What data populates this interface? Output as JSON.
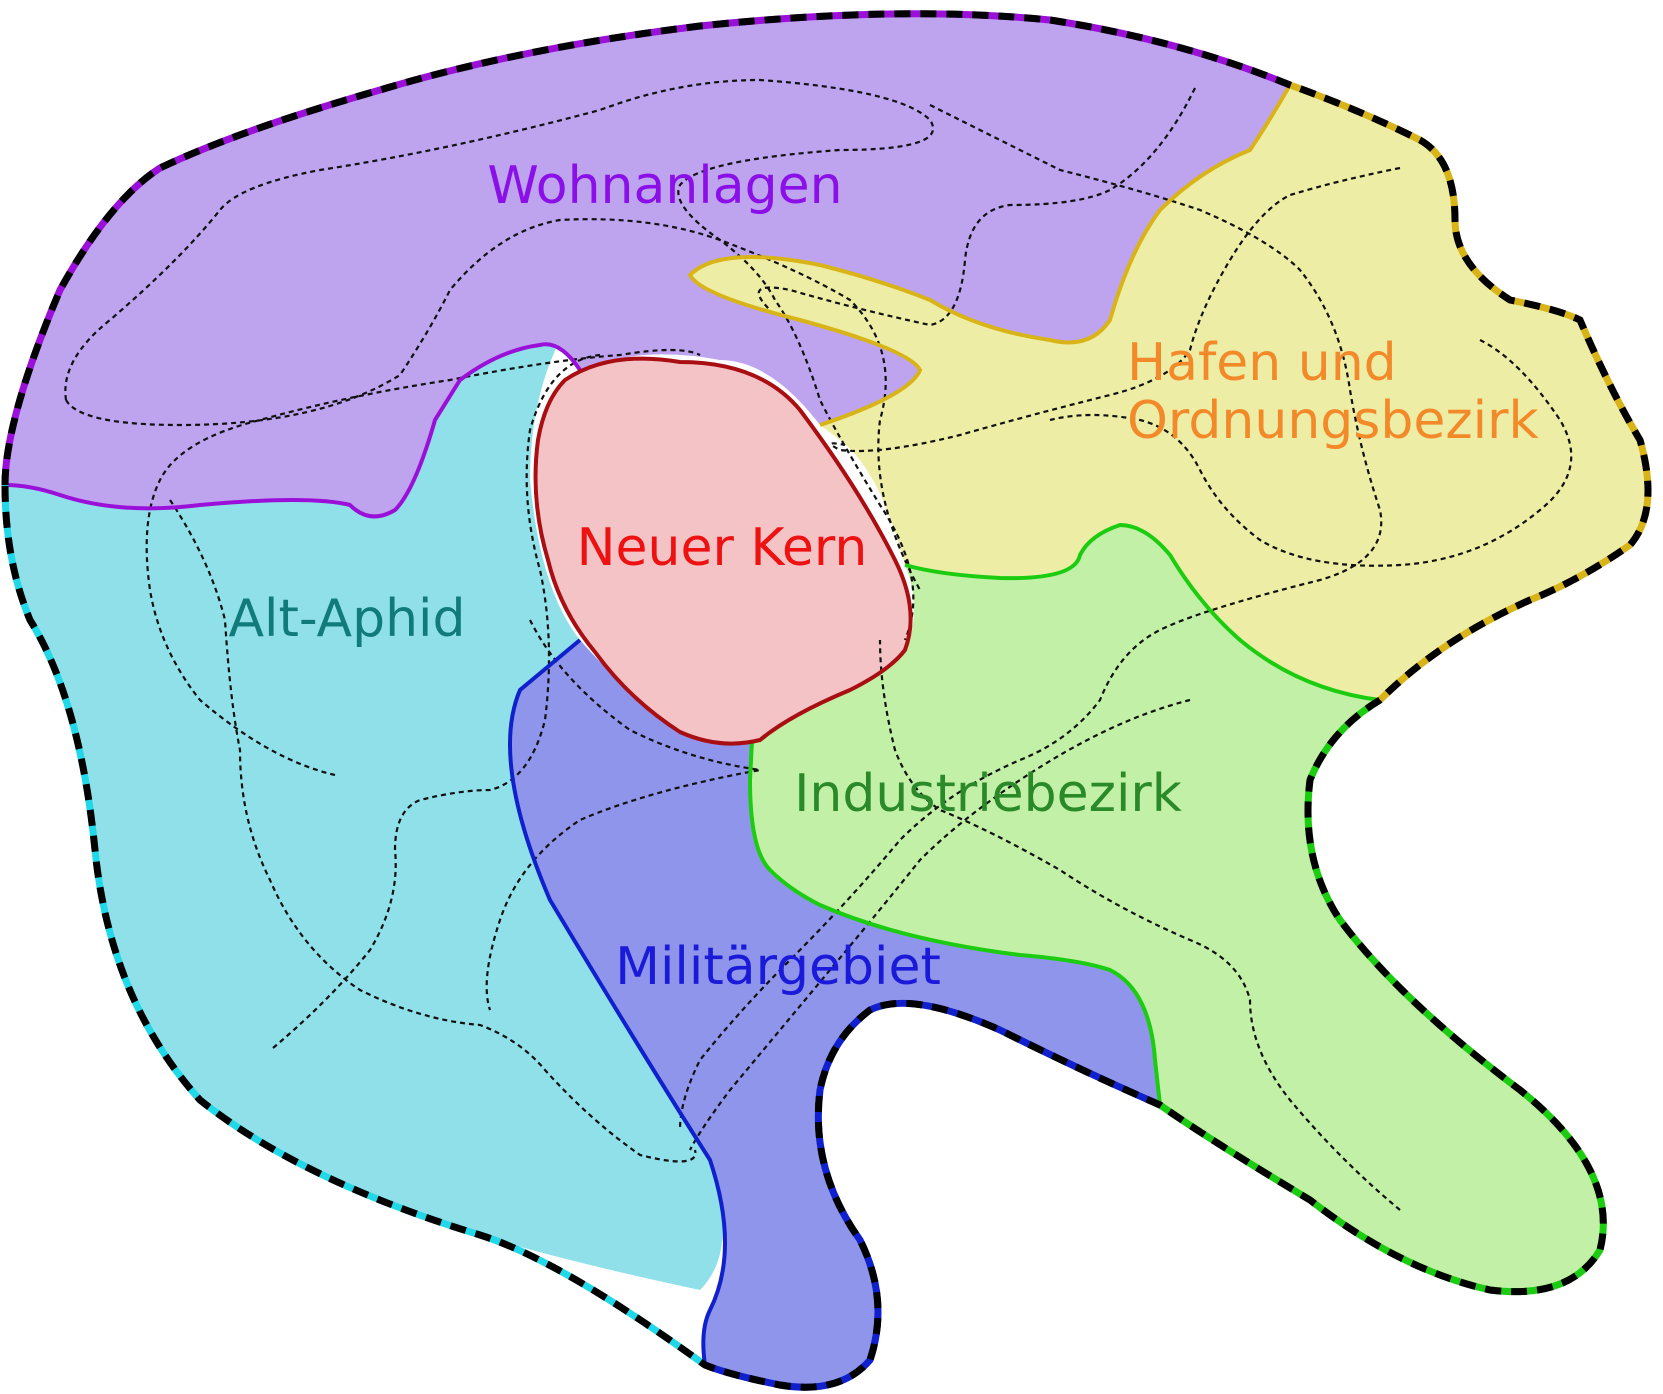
{
  "map": {
    "districts": [
      {
        "id": "wohnanlagen",
        "label": "Wohnanlagen",
        "fill": "#bea3ef",
        "edge": "#9b10d8",
        "text_color": "#8b10e8"
      },
      {
        "id": "hafen",
        "label": [
          "Hafen und",
          "Ordnungsbezirk"
        ],
        "fill": "#eeeda6",
        "edge": "#d9b418",
        "text_color": "#f28a2a"
      },
      {
        "id": "alt-aphid",
        "label": "Alt-Aphid",
        "fill": "#90e0ea",
        "edge": "#20d8e8",
        "text_color": "#117a7a"
      },
      {
        "id": "neuer-kern",
        "label": "Neuer Kern",
        "fill": "#f4c3c6",
        "edge": "#a80e12",
        "text_color": "#ee1111"
      },
      {
        "id": "industriebezirk",
        "label": "Industriebezirk",
        "fill": "#c2f0a6",
        "edge": "#1ccc10",
        "text_color": "#2a8a2a"
      },
      {
        "id": "militaergebiet",
        "label": "Militärgebiet",
        "fill": "#8e95ea",
        "edge": "#0f20cc",
        "text_color": "#1a1ad8"
      }
    ],
    "border_color": "#000000",
    "street_color": "#111111"
  }
}
